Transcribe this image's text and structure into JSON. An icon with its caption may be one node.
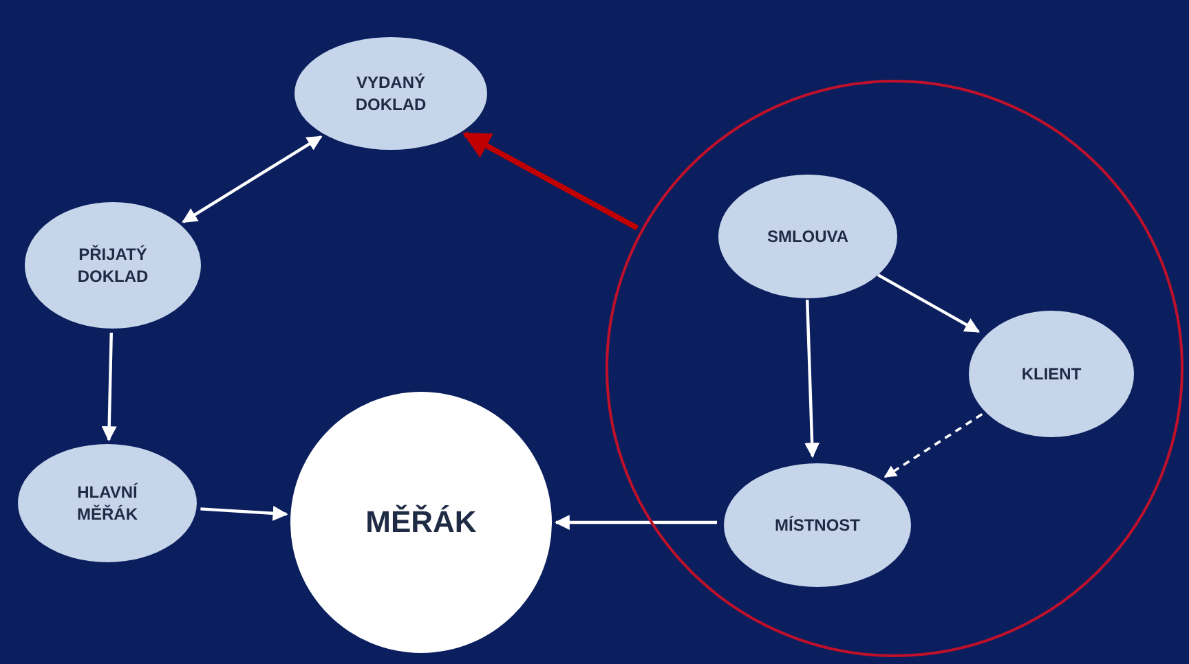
{
  "diagram": {
    "nodes": [
      {
        "text": [
          "VYDANÝ DOKLAD"
        ]
      },
      {
        "text": [
          "PŘIJATÝ DOKLAD"
        ]
      },
      {
        "text": [
          "HLAVNÍ MĚŘÁK"
        ]
      },
      {
        "text": [
          "MĚŘÁK"
        ]
      },
      {
        "text": [],
        "shape": "circle"
      },
      {
        "text": [
          "SMLOUVA"
        ],
        "in": 4
      },
      {
        "text": [
          "KLIENT"
        ],
        "in": 4
      },
      {
        "text": [
          "MÍSTNOST"
        ],
        "in": 4
      }
    ],
    "edges": [
      {
        "from": 4,
        "to": 0,
        "arrow": "to",
        "style": "thick",
        "color": "#c00000"
      },
      {
        "from": 0,
        "to": 1,
        "arrow": "both"
      },
      {
        "from": 1,
        "to": 2,
        "arrow": "to"
      },
      {
        "from": 2,
        "to": 3,
        "arrow": "to"
      },
      {
        "from": 5,
        "to": 6,
        "arrow": "to"
      },
      {
        "from": 5,
        "to": 7,
        "arrow": "to"
      },
      {
        "from": 6,
        "to": 7,
        "arrow": "to",
        "style": "dashed"
      },
      {
        "from": 7,
        "to": 3,
        "arrow": "to"
      }
    ]
  }
}
